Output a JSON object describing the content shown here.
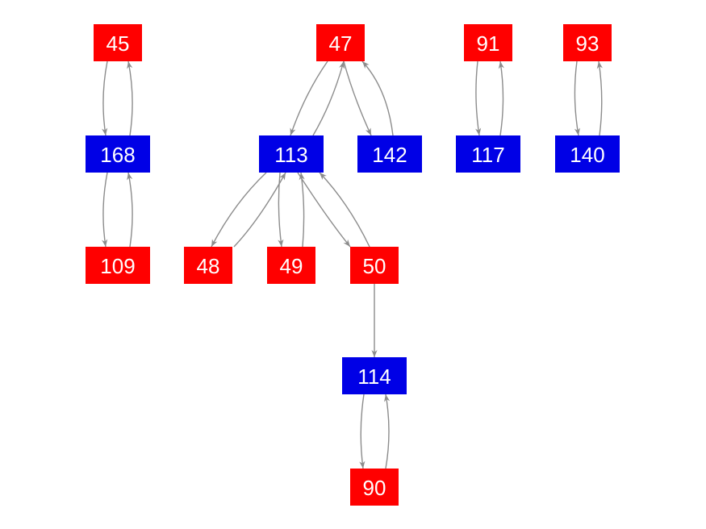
{
  "colors": {
    "red": "#ff0000",
    "blue": "#0000e6",
    "edge": "#8c8c8c",
    "label": "#ffffff"
  },
  "nodes": [
    {
      "id": "45",
      "label": "45",
      "color": "red"
    },
    {
      "id": "168",
      "label": "168",
      "color": "blue"
    },
    {
      "id": "109",
      "label": "109",
      "color": "red"
    },
    {
      "id": "47",
      "label": "47",
      "color": "red"
    },
    {
      "id": "113",
      "label": "113",
      "color": "blue"
    },
    {
      "id": "142",
      "label": "142",
      "color": "blue"
    },
    {
      "id": "48",
      "label": "48",
      "color": "red"
    },
    {
      "id": "49",
      "label": "49",
      "color": "red"
    },
    {
      "id": "50",
      "label": "50",
      "color": "red"
    },
    {
      "id": "114",
      "label": "114",
      "color": "blue"
    },
    {
      "id": "90",
      "label": "90",
      "color": "red"
    },
    {
      "id": "91",
      "label": "91",
      "color": "red"
    },
    {
      "id": "117",
      "label": "117",
      "color": "blue"
    },
    {
      "id": "93",
      "label": "93",
      "color": "red"
    },
    {
      "id": "140",
      "label": "140",
      "color": "blue"
    }
  ],
  "edges": [
    {
      "from": "45",
      "to": "168"
    },
    {
      "from": "168",
      "to": "45"
    },
    {
      "from": "168",
      "to": "109"
    },
    {
      "from": "109",
      "to": "168"
    },
    {
      "from": "47",
      "to": "113"
    },
    {
      "from": "113",
      "to": "47"
    },
    {
      "from": "47",
      "to": "142"
    },
    {
      "from": "142",
      "to": "47"
    },
    {
      "from": "113",
      "to": "48"
    },
    {
      "from": "48",
      "to": "113"
    },
    {
      "from": "113",
      "to": "49"
    },
    {
      "from": "49",
      "to": "113"
    },
    {
      "from": "113",
      "to": "50"
    },
    {
      "from": "50",
      "to": "113"
    },
    {
      "from": "50",
      "to": "114"
    },
    {
      "from": "114",
      "to": "90"
    },
    {
      "from": "90",
      "to": "114"
    },
    {
      "from": "91",
      "to": "117"
    },
    {
      "from": "117",
      "to": "91"
    },
    {
      "from": "93",
      "to": "140"
    },
    {
      "from": "140",
      "to": "93"
    }
  ]
}
